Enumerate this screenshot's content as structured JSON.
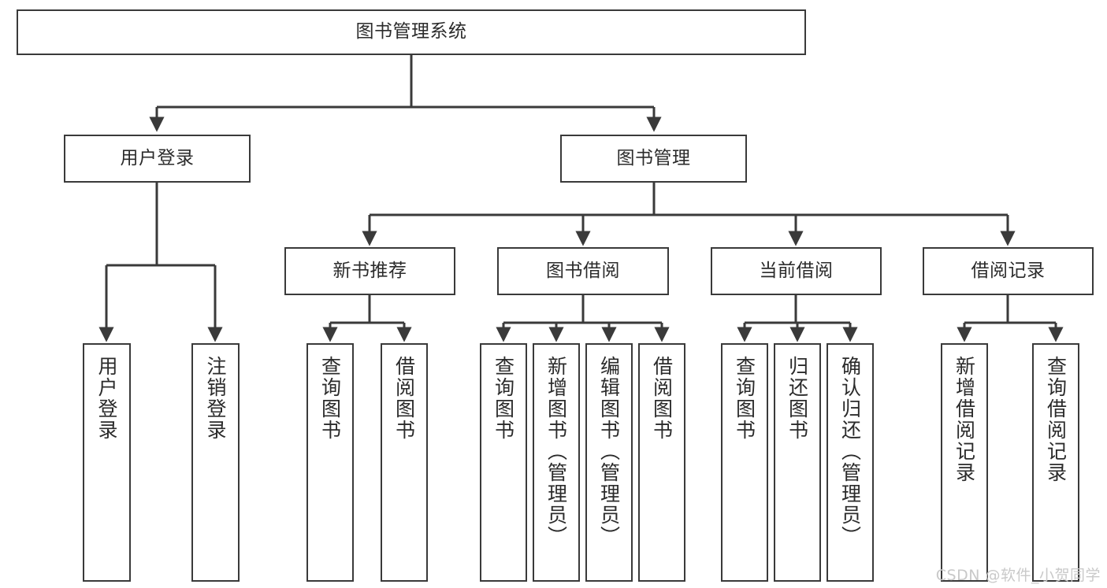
{
  "diagram": {
    "title": "图书管理系统",
    "type": "tree-hierarchy",
    "watermark": "CSDN @软件_小贺同学",
    "colors": {
      "stroke": "#3a3a3a",
      "text": "#2b2b2b",
      "background": "#ffffff",
      "watermark": "#c9c9c9"
    },
    "nodes": {
      "root": {
        "label": "图书管理系统"
      },
      "level2": [
        {
          "id": "user-login",
          "label": "用户登录"
        },
        {
          "id": "book-management",
          "label": "图书管理"
        }
      ],
      "level3": [
        {
          "id": "new-book-recommend",
          "label": "新书推荐"
        },
        {
          "id": "book-borrow",
          "label": "图书借阅"
        },
        {
          "id": "current-borrow",
          "label": "当前借阅"
        },
        {
          "id": "borrow-record",
          "label": "借阅记录"
        }
      ],
      "leaves": {
        "user_login": [
          {
            "id": "leaf-user-login",
            "label": "用户登录"
          },
          {
            "id": "leaf-logout-login",
            "label": "注销登录"
          }
        ],
        "new_book_recommend": [
          {
            "id": "leaf-query-book-1",
            "label": "查询图书"
          },
          {
            "id": "leaf-borrow-book-1",
            "label": "借阅图书"
          }
        ],
        "book_borrow": [
          {
            "id": "leaf-query-book-2",
            "label": "查询图书"
          },
          {
            "id": "leaf-add-book",
            "label": "新增图书（管理员）"
          },
          {
            "id": "leaf-edit-book",
            "label": "编辑图书（管理员）"
          },
          {
            "id": "leaf-borrow-book-2",
            "label": "借阅图书"
          }
        ],
        "current_borrow": [
          {
            "id": "leaf-query-book-3",
            "label": "查询图书"
          },
          {
            "id": "leaf-return-book",
            "label": "归还图书"
          },
          {
            "id": "leaf-confirm-return",
            "label": "确认归还（管理员）"
          }
        ],
        "borrow_record": [
          {
            "id": "leaf-add-record",
            "label": "新增借阅记录"
          },
          {
            "id": "leaf-query-record",
            "label": "查询借阅记录"
          }
        ]
      }
    }
  }
}
